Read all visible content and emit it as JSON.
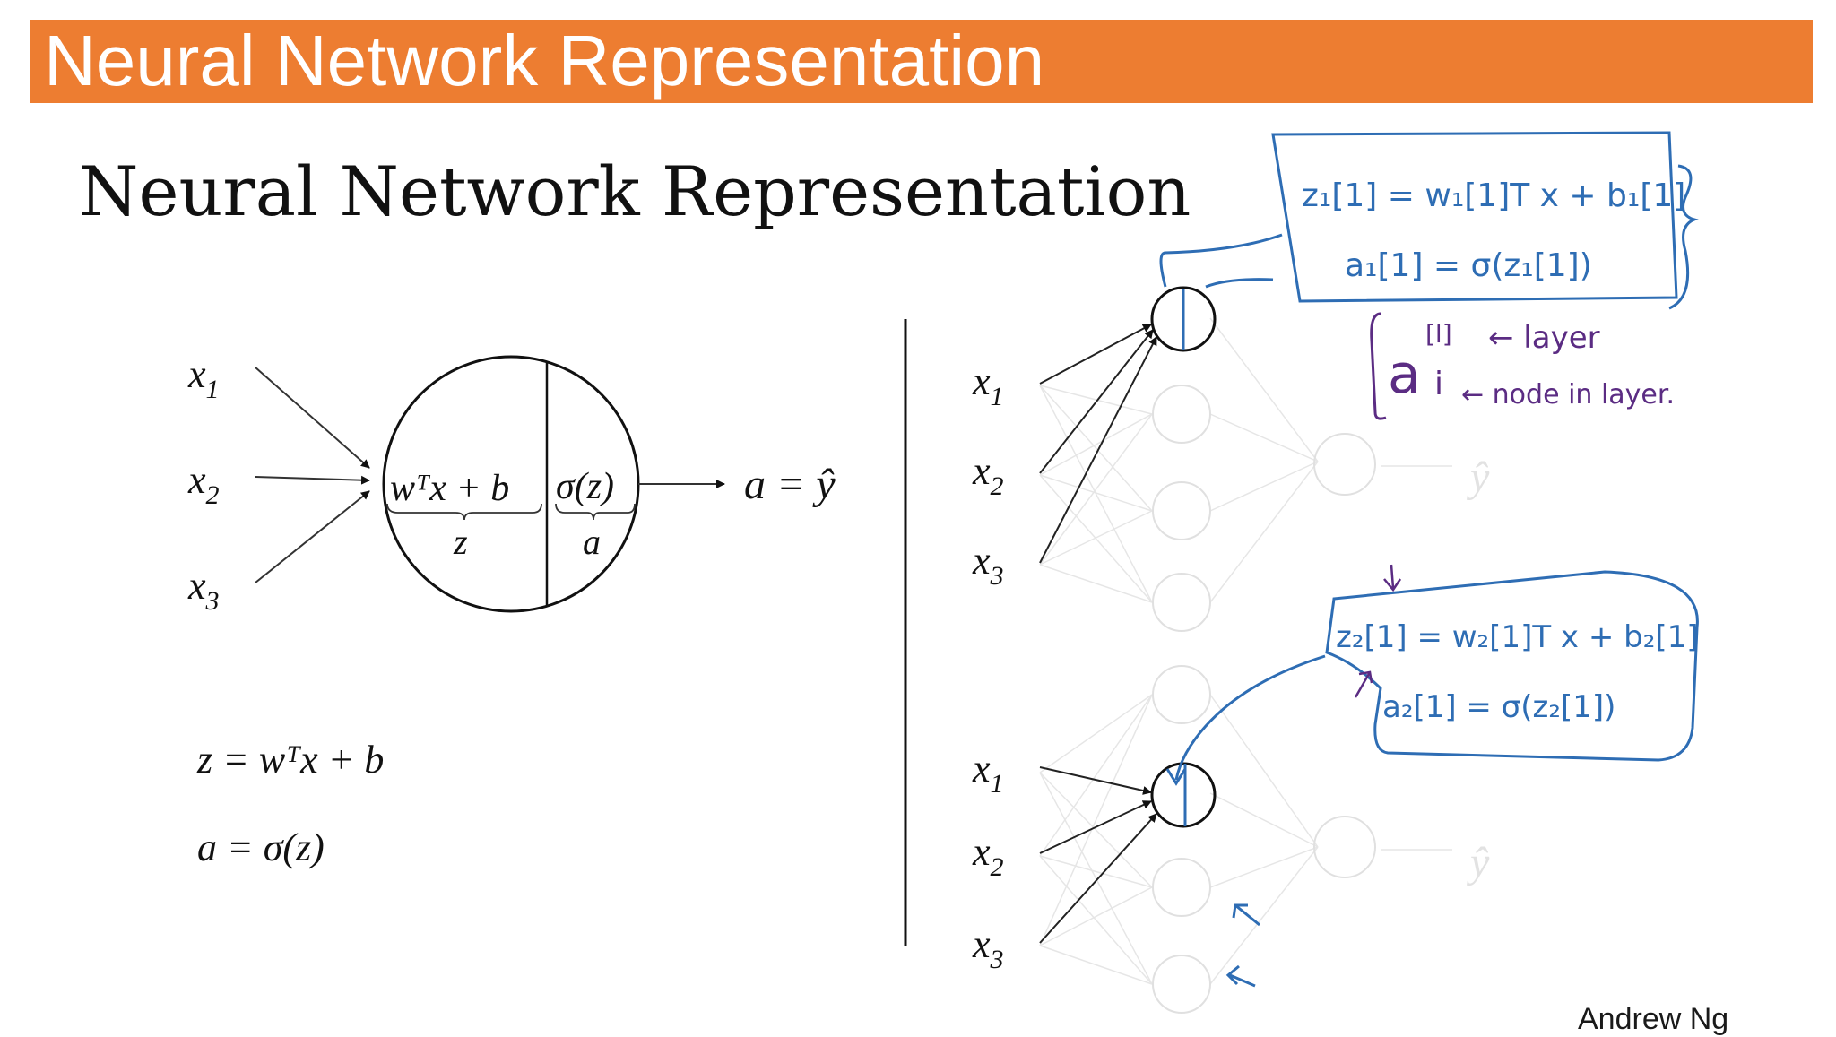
{
  "banner": {
    "title": "Neural Network Representation",
    "color": "#ED7D31"
  },
  "slide": {
    "heading": "Neural Network Representation",
    "footer": "Andrew Ng"
  },
  "left_panel": {
    "inputs": [
      "x",
      "x",
      "x"
    ],
    "input_subscripts": [
      "1",
      "2",
      "3"
    ],
    "neuron_left": "wᵀx + b",
    "neuron_right": "σ(z)",
    "brace_left_label": "z",
    "brace_right_label": "a",
    "output": "a = ŷ",
    "eq1": "z = wᵀx + b",
    "eq2": "a = σ(z)"
  },
  "right_panel": {
    "top_inputs": [
      "x",
      "x",
      "x"
    ],
    "bottom_inputs": [
      "x",
      "x",
      "x"
    ],
    "input_subscripts": [
      "1",
      "2",
      "3"
    ],
    "faded_output": "ŷ",
    "note_top": {
      "line1": "z₁[1] = w₁[1]T x + b₁[1]",
      "line2": "a₁[1] = σ(z₁[1])"
    },
    "legend": {
      "superscript": "[l]",
      "symbol": "a",
      "subscript": "i",
      "layer_note": "← layer",
      "node_note": "← node in layer."
    },
    "note_bottom": {
      "line1": "z₂[1] = w₂[1]T x + b₂[1]",
      "line2": "a₂[1] = σ(z₂[1])"
    },
    "ink_blue": "#2E6DB4",
    "ink_purple": "#5B2C83"
  }
}
